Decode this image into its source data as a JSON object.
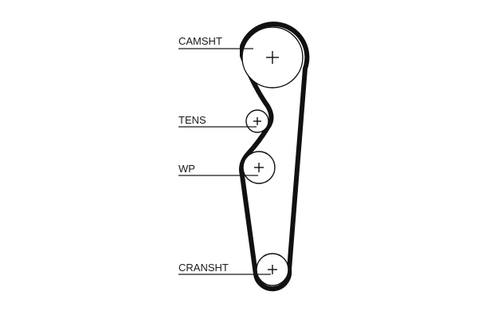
{
  "diagram": {
    "components": [
      {
        "id": "camshaft",
        "label": "CAMSHT"
      },
      {
        "id": "tensioner",
        "label": "TENS"
      },
      {
        "id": "water_pump",
        "label": "WP"
      },
      {
        "id": "crankshaft",
        "label": "CRANSHT"
      }
    ],
    "colors": {
      "belt": "#111111",
      "text": "#1a1a1a",
      "background": "#ffffff"
    }
  }
}
